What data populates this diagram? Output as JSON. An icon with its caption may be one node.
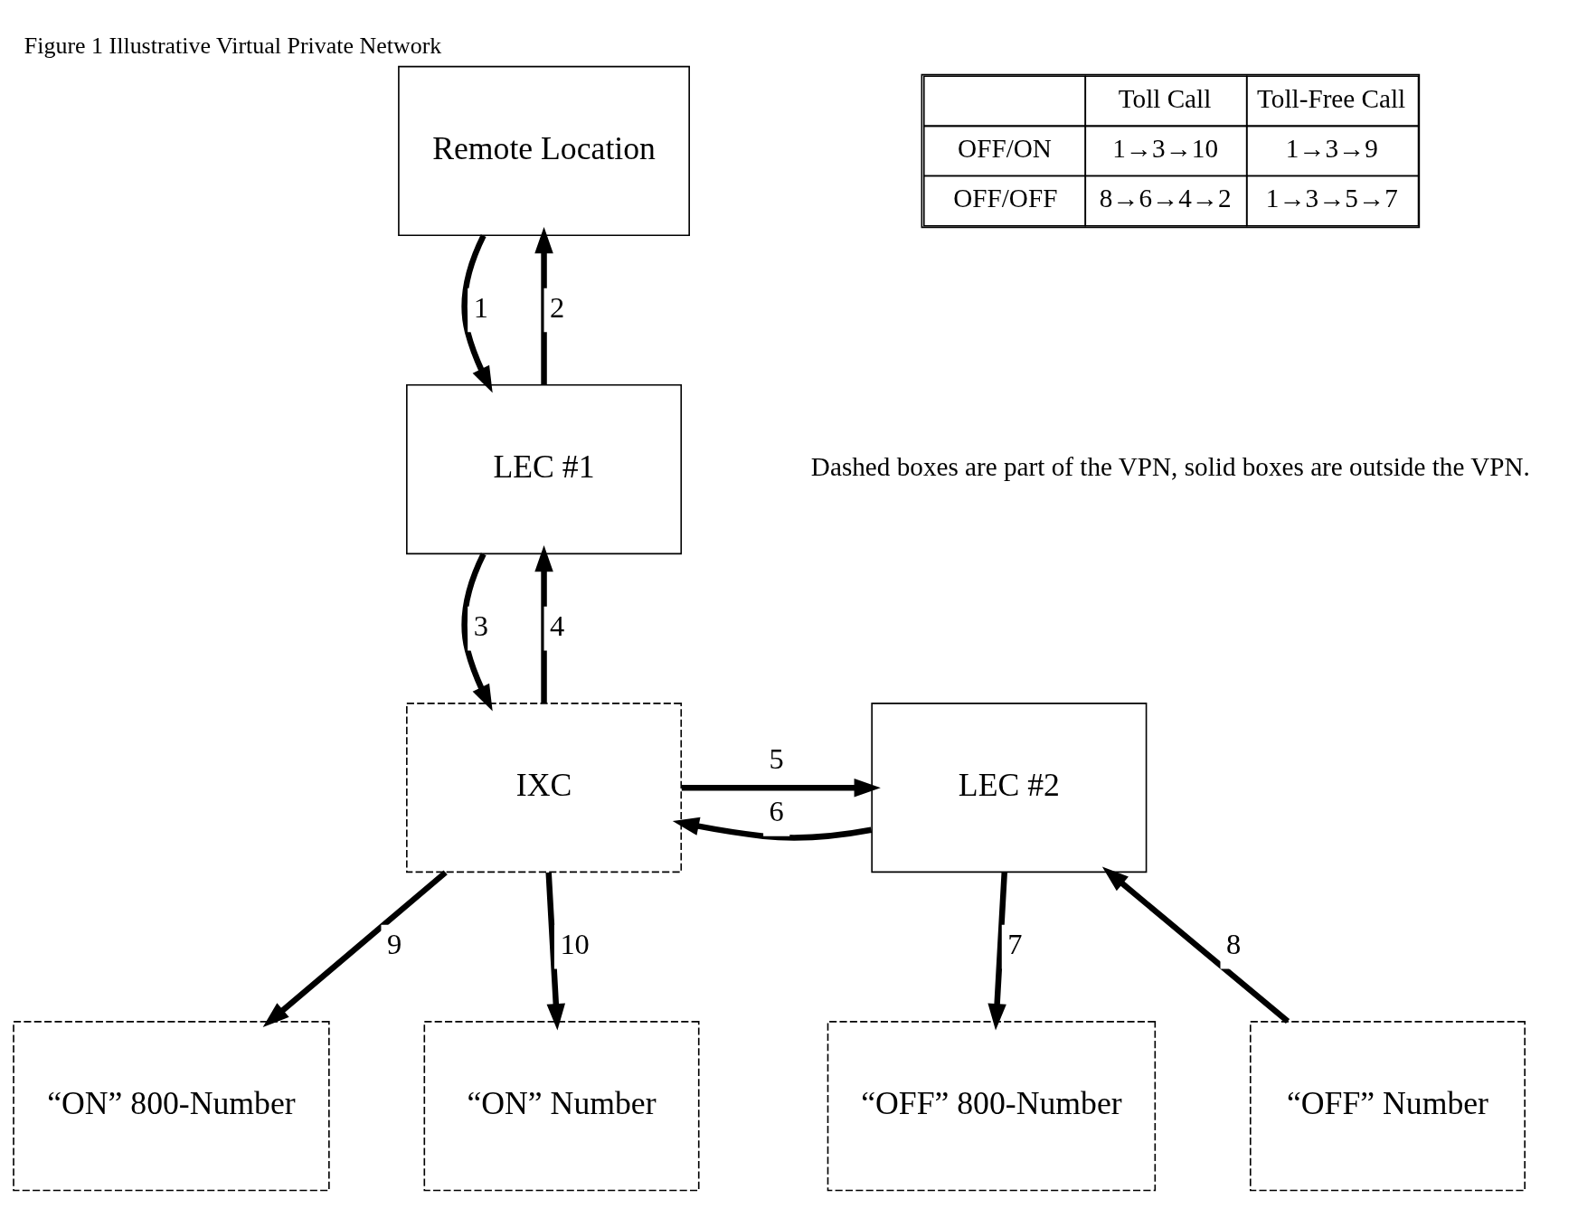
{
  "diagram": {
    "title": "Figure 1 Illustrative Virtual Private Network",
    "nodes": [
      {
        "text": [
          "Remote Location"
        ]
      },
      {
        "text": [
          "LEC #1"
        ]
      },
      {
        "text": [
          "LEC #2"
        ]
      },
      {
        "text": [
          "IXC"
        ]
      },
      {
        "text": [
          "“OFF” 800-Number"
        ]
      },
      {
        "text": [
          "“OFF” Number"
        ]
      },
      {
        "text": [
          "“ON” 800-Number"
        ]
      },
      {
        "text": [
          "“ON” Number"
        ]
      }
    ],
    "edges": [
      {
        "from": 0,
        "to": 1,
        "arrow": "to",
        "label": "1"
      },
      {
        "from": 1,
        "to": 0,
        "arrow": "to",
        "label": "2"
      },
      {
        "from": 1,
        "to": 3,
        "arrow": "to",
        "label": "3"
      },
      {
        "from": 3,
        "to": 1,
        "arrow": "to",
        "label": "4"
      },
      {
        "from": 3,
        "to": 2,
        "arrow": "to",
        "label": "5"
      },
      {
        "from": 2,
        "to": 3,
        "arrow": "to",
        "label": "6"
      },
      {
        "from": 2,
        "to": 4,
        "arrow": "to",
        "label": "7"
      },
      {
        "from": 5,
        "to": 2,
        "arrow": "to",
        "label": "8"
      },
      {
        "from": 3,
        "to": 6,
        "arrow": "to",
        "label": "9"
      },
      {
        "from": 3,
        "to": 7,
        "arrow": "to",
        "label": "10"
      }
    ],
    "labels": [
      "Toll Call",
      "Toll-Free Call",
      "OFF/ON",
      "1→3→10",
      "1→3→9",
      "OFF/OFF",
      "8→6→4→2",
      "1→3→5→7",
      "Dashed boxes are part of the VPN, solid boxes are outside the VPN."
    ]
  }
}
